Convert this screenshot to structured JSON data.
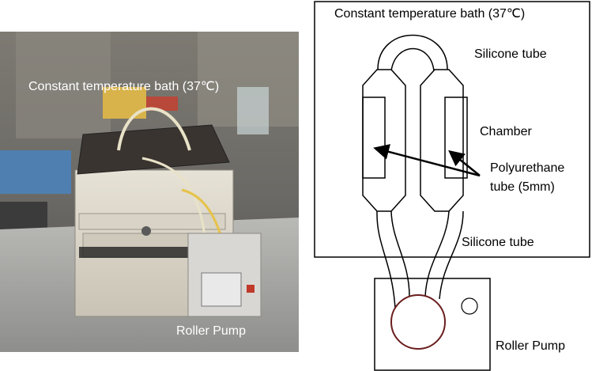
{
  "photo": {
    "bath_label": "Constant temperature bath (37℃)",
    "pump_label": "Roller Pump"
  },
  "schematic": {
    "bath_label": "Constant temperature bath (37℃)",
    "silicone_tube_top_label": "Silicone tube",
    "chamber_label": "Chamber",
    "polyurethane_label_line1": "Polyurethane",
    "polyurethane_label_line2": "tube (5mm)",
    "silicone_tube_bottom_label": "Silicone tube",
    "pump_label": "Roller Pump"
  },
  "colors": {
    "line": "#000000",
    "roller_outline": "#6b1d1d",
    "photo_label": "#ffffff"
  }
}
